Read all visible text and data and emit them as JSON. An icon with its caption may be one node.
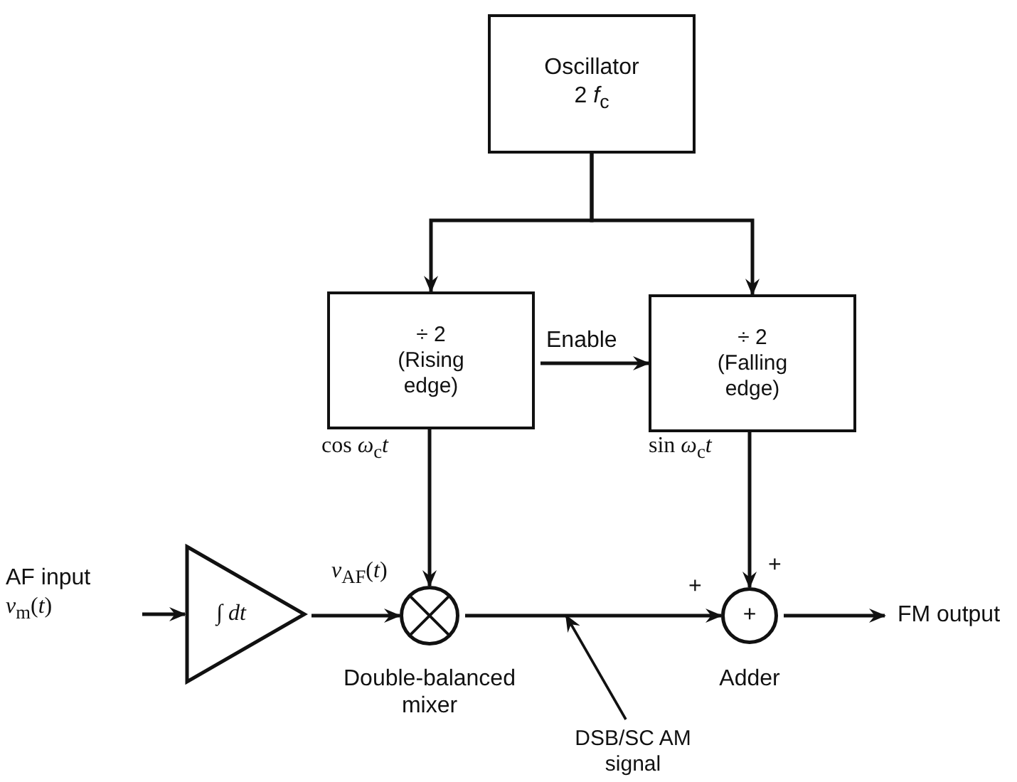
{
  "diagram": {
    "nodes": [
      {
        "text": [
          "Oscillator",
          "2 *f*$_{c}$"
        ]
      },
      {
        "text": [
          "÷ 2",
          "(Rising edge)"
        ]
      },
      {
        "text": [
          "÷ 2",
          "(Falling edge)"
        ]
      },
      {
        "text": [
          "AF input",
          "*v*$_{m}$(*t*)"
        ]
      },
      {
        "text": [
          "∫ *dt*"
        ]
      },
      {
        "text": [],
        "shape": "circle",
        "beside": [
          "Double-balanced mixer"
        ]
      },
      {
        "text": [
          "+"
        ],
        "beside": [
          "Adder"
        ]
      },
      {
        "text": [
          "FM output"
        ]
      },
      {
        "text": [
          "DSB/SC AM signal"
        ]
      }
    ],
    "edges": [
      {
        "from": 0,
        "to": 1,
        "arrow": "to"
      },
      {
        "from": 0,
        "to": 2,
        "arrow": "to"
      },
      {
        "from": 1,
        "to": 2,
        "arrow": "to",
        "label": "Enable"
      },
      {
        "from": 1,
        "to": 5,
        "arrow": "to",
        "label": "cos *ω*$_{c}$*t*"
      },
      {
        "from": 2,
        "to": 6,
        "arrow": "to",
        "label": "sin *ω*$_{c}$*t*"
      },
      {
        "from": 3,
        "to": 4,
        "arrow": "to"
      },
      {
        "from": 4,
        "to": 5,
        "arrow": "to",
        "label": "*v*$_{AF}$(*t*)"
      },
      {
        "from": 5,
        "to": 6,
        "arrow": "to"
      },
      {
        "from": 6,
        "to": 7,
        "arrow": "to"
      },
      {
        "from": 8,
        "to": null,
        "arrow": "to"
      }
    ],
    "labels": [
      "+",
      "+"
    ]
  }
}
